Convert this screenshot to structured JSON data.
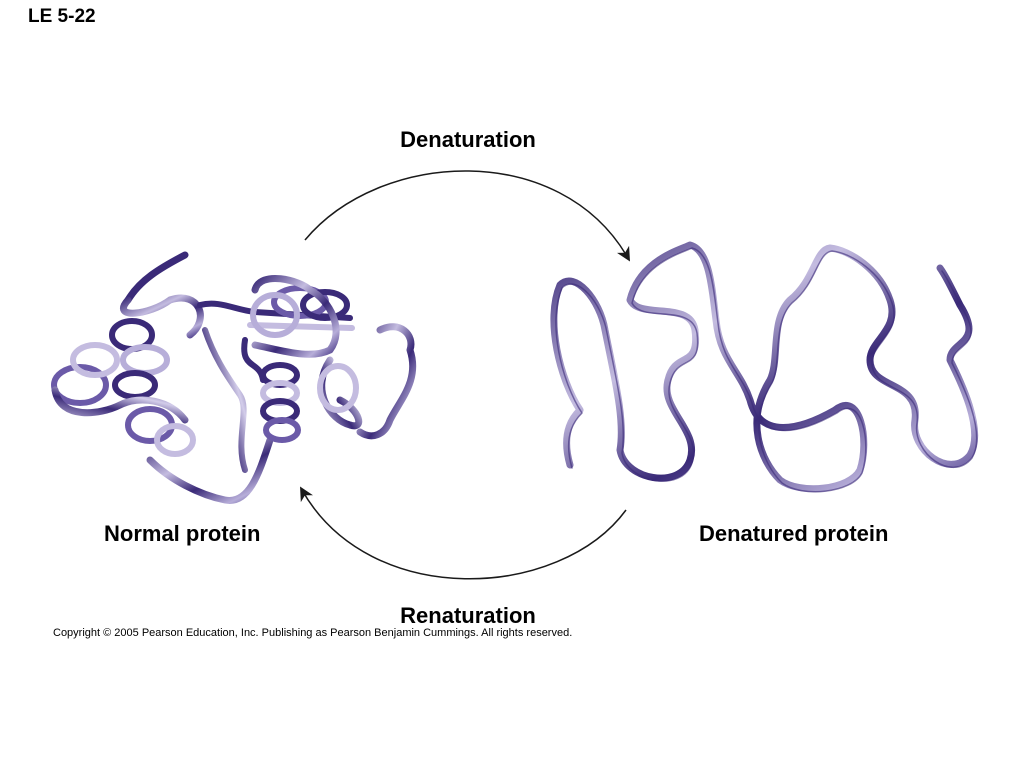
{
  "slide": {
    "label": "LE 5-22"
  },
  "labels": {
    "denaturation": "Denaturation",
    "renaturation": "Renaturation",
    "normal_protein": "Normal protein",
    "denatured_protein": "Denatured protein"
  },
  "footer": {
    "copyright": "Copyright © 2005 Pearson Education, Inc. Publishing as Pearson Benjamin Cummings. All rights reserved."
  },
  "colors": {
    "ribbon_dark": "#3a2a78",
    "ribbon_mid": "#6b5aa8",
    "ribbon_light": "#c4bce0",
    "arrow": "#1a1a1a"
  }
}
